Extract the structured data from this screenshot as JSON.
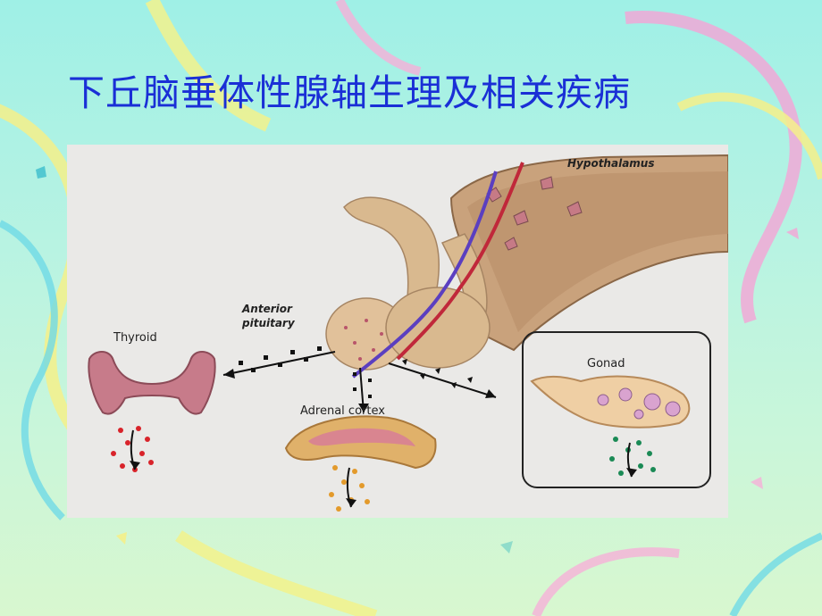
{
  "slide": {
    "title": "下丘脑垂体性腺轴生理及相关疾病"
  },
  "figure": {
    "labels": {
      "hypothalamus": "Hypothalamus",
      "anterior": "Anterior",
      "pituitary": "pituitary",
      "thyroid": "Thyroid",
      "adrenal_cortex": "Adrenal cortex",
      "gonad": "Gonad"
    }
  },
  "colors": {
    "title": "#1a2fd6",
    "hormone_thyroid": "#d8232a",
    "hormone_adrenal": "#e39a2b",
    "hormone_gonad": "#1a8a55",
    "pituitary": "#d9b98f",
    "hypothalamus_tract": "#a2785a"
  }
}
